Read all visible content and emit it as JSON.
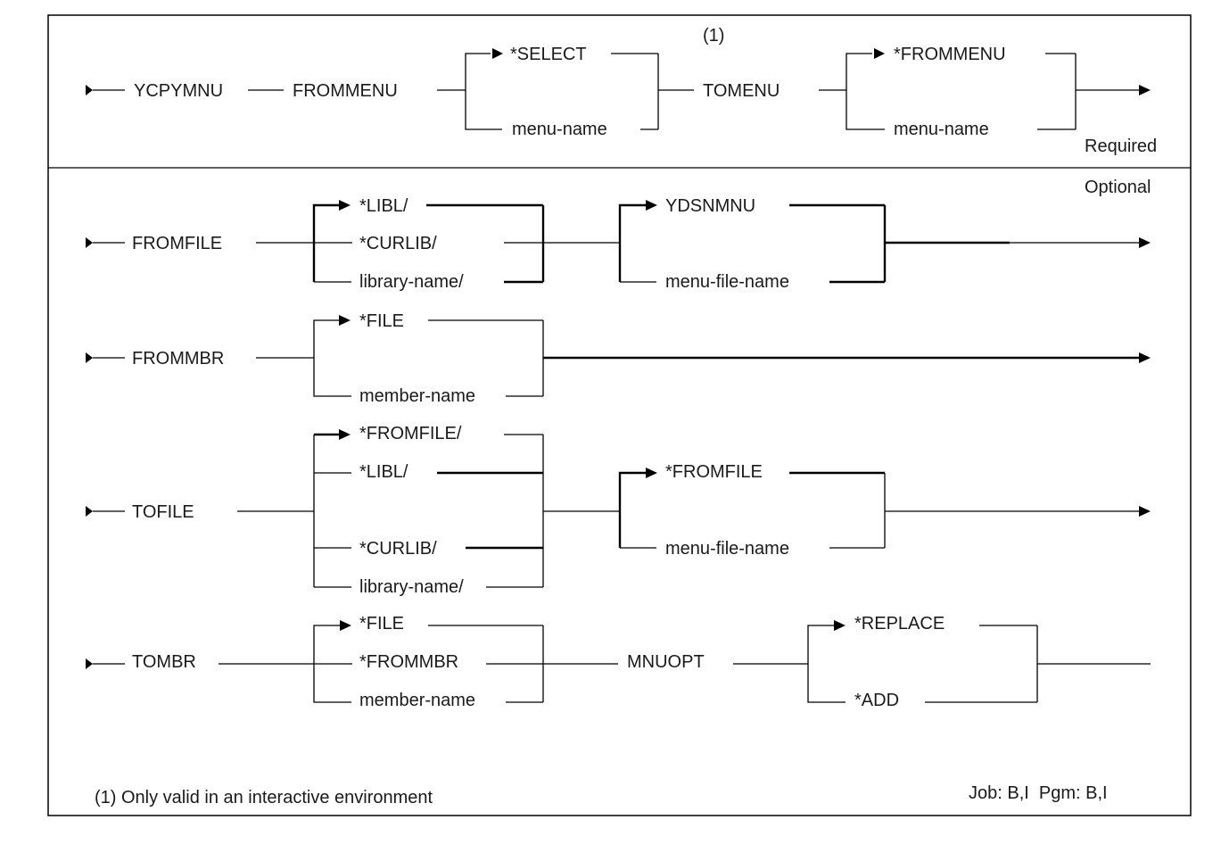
{
  "diagram": {
    "title_command": "YCPYMNU",
    "note_marker": "(1)",
    "section_required_label": "Required",
    "section_optional_label": "Optional",
    "footnote": "(1) Only valid in an interactive environment",
    "job_info": "Job: B,I  Pgm: B,I",
    "required": {
      "frommenu": {
        "keyword": "FROMMENU",
        "options": [
          "*SELECT",
          "menu-name"
        ],
        "default": "*SELECT"
      },
      "tomenu": {
        "keyword": "TOMENU",
        "options": [
          "*FROMMENU",
          "menu-name"
        ],
        "default": "*FROMMENU"
      }
    },
    "optional": {
      "fromfile": {
        "keyword": "FROMFILE",
        "library_options": [
          "*LIBL/",
          "*CURLIB/",
          "library-name/"
        ],
        "file_options": [
          "YDSNMNU",
          "menu-file-name"
        ]
      },
      "frommbr": {
        "keyword": "FROMMBR",
        "options": [
          "*FILE",
          "member-name"
        ]
      },
      "tofile": {
        "keyword": "TOFILE",
        "library_options": [
          "*FROMFILE/",
          "*LIBL/",
          "*CURLIB/",
          "library-name/"
        ],
        "file_options": [
          "*FROMFILE",
          "menu-file-name"
        ]
      },
      "tombr": {
        "keyword": "TOMBR",
        "options": [
          "*FILE",
          "*FROMMBR",
          "member-name"
        ]
      },
      "mnuopt": {
        "keyword": "MNUOPT",
        "options": [
          "*REPLACE",
          "*ADD"
        ]
      }
    }
  }
}
